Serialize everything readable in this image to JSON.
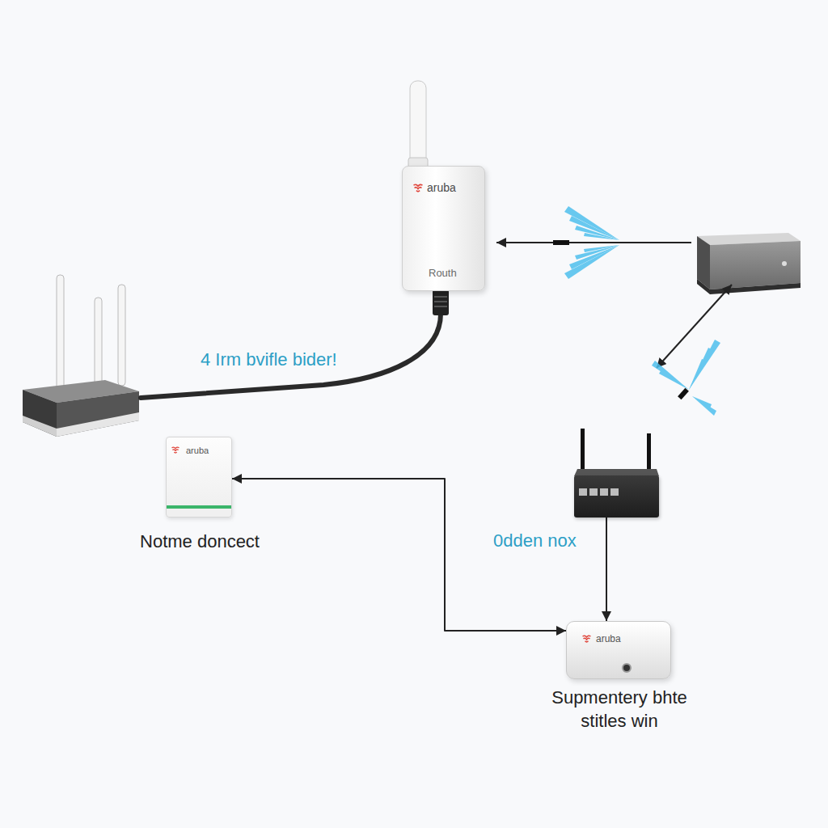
{
  "diagram": {
    "nodes": [
      {
        "text": [
          "aruba",
          "Routh"
        ]
      },
      {
        "text": [
          "aruba",
          "Notme doncect"
        ]
      },
      {
        "text": [
          "0dden nox"
        ]
      },
      {
        "text": [
          "aruba",
          "Supmentery bhte stitles win"
        ]
      }
    ],
    "edges": [
      {
        "from": 2,
        "to": 3,
        "arrow": "to"
      },
      {
        "from": 3,
        "to": 1,
        "arrow": "both"
      }
    ],
    "labels": [
      "4 Irm bvifle bider!"
    ]
  }
}
